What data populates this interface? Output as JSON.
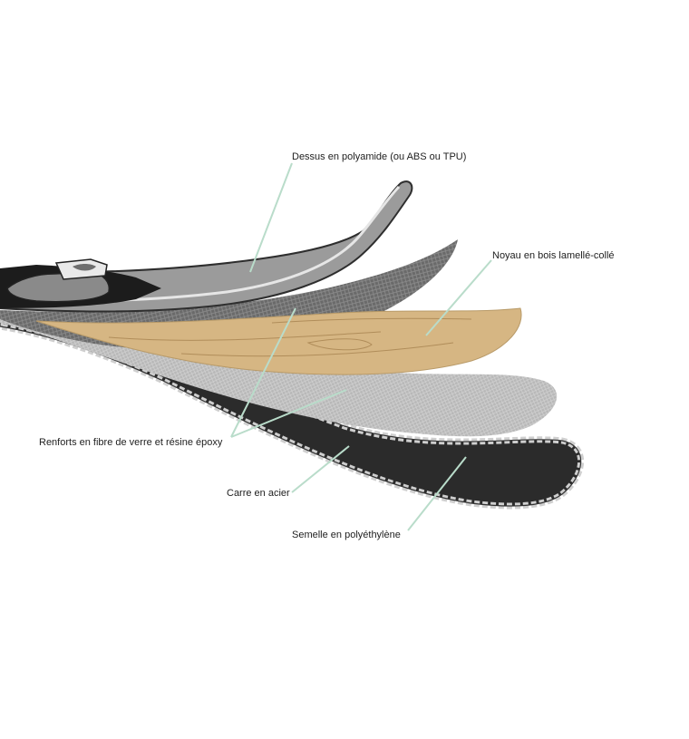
{
  "diagram": {
    "labels": {
      "top_sheet": "Dessus en polyamide (ou ABS ou TPU)",
      "core": "Noyau en bois lamellé-collé",
      "fiberglass": "Renforts en fibre de verre et résine époxy",
      "edge": "Carre en acier",
      "base": "Semelle en polyéthylène"
    },
    "colors": {
      "leader_line": "#b9dcca",
      "top_sheet": "#9b9b9b",
      "core": "#d6b683",
      "fiberglass": "#6e6e6e",
      "fiberglass_light": "#b5b5b5",
      "base": "#2b2b2b",
      "outline": "#333333"
    }
  }
}
